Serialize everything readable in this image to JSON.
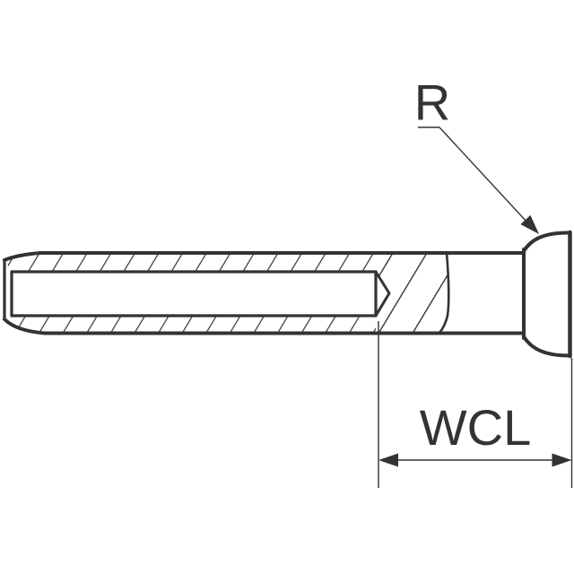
{
  "page": {
    "background_color": "#ffffff",
    "line_color": "#333333"
  },
  "drawing": {
    "kind": "rivet-cross-section-technical-drawing",
    "labels": {
      "radius": "R",
      "clinch_length": "WCL"
    }
  }
}
